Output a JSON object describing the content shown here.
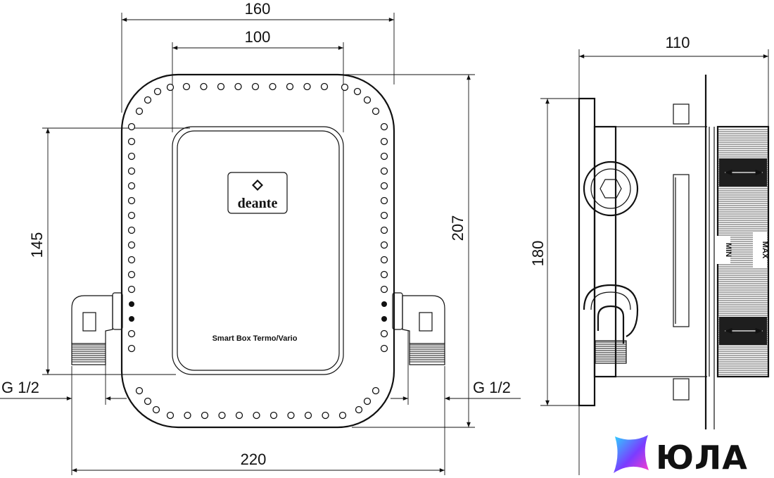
{
  "front_view": {
    "dim_overall_width": "160",
    "dim_inner_width": "100",
    "dim_height_left": "145",
    "dim_height_right": "207",
    "dim_bottom_width": "220",
    "thread_left": "G 1/2",
    "thread_right": "G 1/2",
    "brand_logo": "deante",
    "product_label": "Smart Box Termo/Vario"
  },
  "side_view": {
    "dim_depth": "110",
    "dim_height": "180",
    "label_min": "MIN",
    "label_max": "MAX"
  },
  "watermark": {
    "text": "ЮЛА",
    "icon": "star-gradient-icon",
    "colors": [
      "#2bd6ff",
      "#7a3cff",
      "#ff3dcb"
    ]
  }
}
